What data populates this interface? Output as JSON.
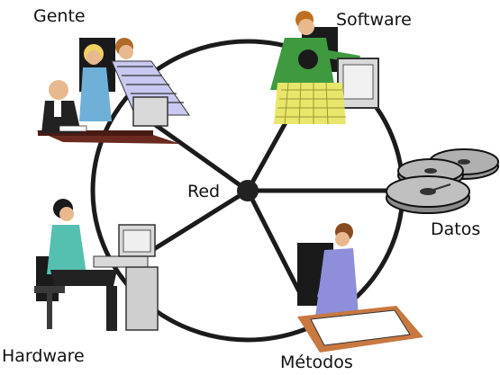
{
  "diagram": {
    "center_label": "Red",
    "nodes": [
      {
        "id": "gente",
        "label": "Gente",
        "icon": "people-meeting-icon"
      },
      {
        "id": "software",
        "label": "Software",
        "icon": "programmers-computer-icon"
      },
      {
        "id": "datos",
        "label": "Datos",
        "icon": "disk-storage-icon"
      },
      {
        "id": "metodos",
        "label": "Métodos",
        "icon": "drafting-table-icon"
      },
      {
        "id": "hardware",
        "label": "Hardware",
        "icon": "computer-workstation-icon"
      }
    ]
  },
  "colors": {
    "line": "#1b1b1b",
    "hub": "#222222",
    "skin": "#e8b98e",
    "green_shirt": "#3f9a3f",
    "yellow_check": "#e9e76a",
    "blue_suit": "#8e8edb",
    "disk_gray": "#9a9a9a",
    "monitor": "#d9d9d9",
    "desk": "#6b2a20"
  }
}
